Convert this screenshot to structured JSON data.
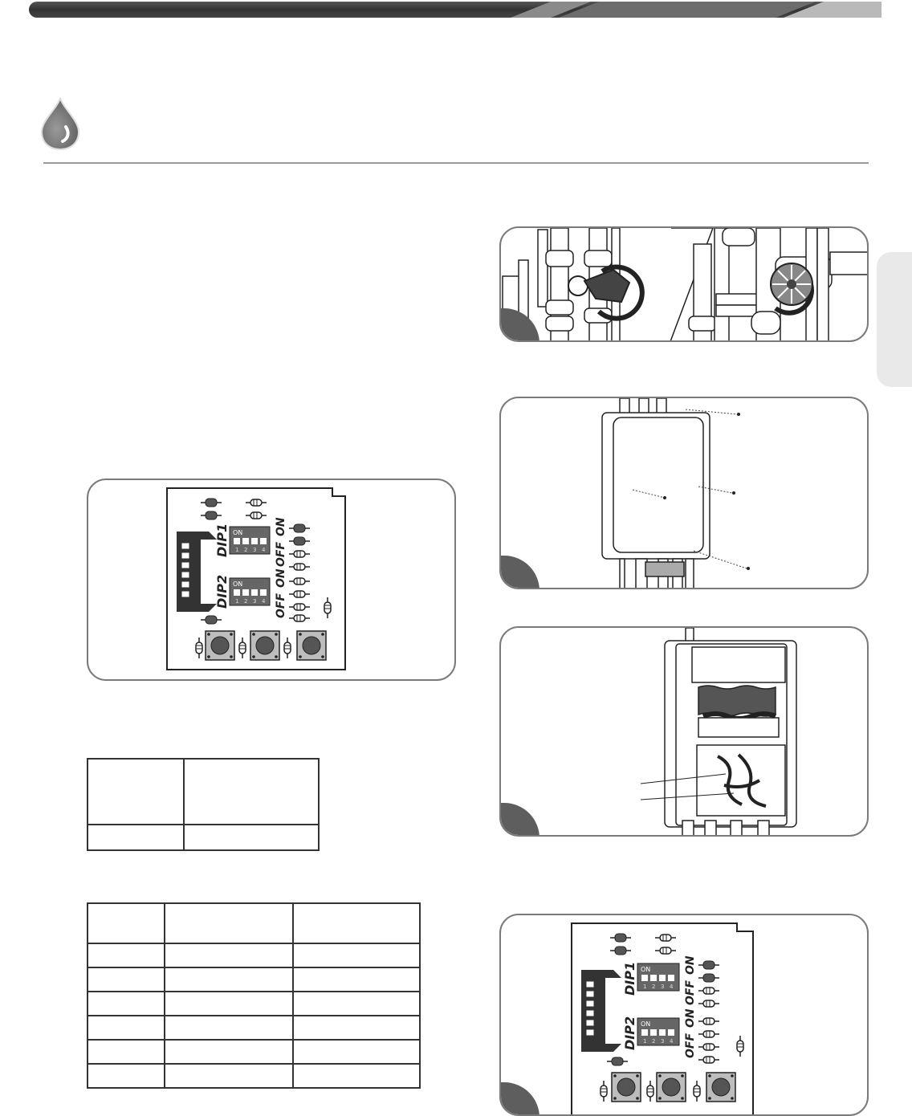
{
  "header": {
    "icon": "water-drop-icon",
    "accent_color": "#5a5a5a"
  },
  "figures": {
    "dip_switch_board": {
      "bank_1_label": "DIP1",
      "bank_2_label": "DIP2",
      "switch_state_on": "ON",
      "switch_state_off": "OFF",
      "switch_header": "ON",
      "switch_numbers": [
        "1",
        "2",
        "3",
        "4"
      ]
    },
    "valves": {
      "icons": [
        "ball-valve-handle-icon",
        "gate-valve-handle-icon",
        "rotate-arrow-icon"
      ]
    },
    "unit_front_cover": {
      "icon": "water-heater-front-cover-icon"
    },
    "unit_internal": {
      "icon": "water-heater-internal-icon"
    }
  },
  "tables": {
    "table_1": {
      "rows": 2,
      "cols": 2
    },
    "table_2": {
      "rows": 7,
      "cols": 3
    }
  }
}
